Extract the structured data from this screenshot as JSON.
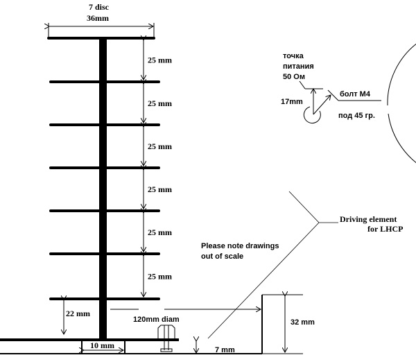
{
  "title": {
    "line1": "7 disc",
    "line2": "36mm"
  },
  "spacing_labels": [
    "25 mm",
    "25 mm",
    "25 mm",
    "25 mm",
    "25 mm",
    "25 mm"
  ],
  "bottom_gap_label": "22 mm",
  "detail": {
    "feed_point": [
      "точка",
      "питания",
      "50 Ом"
    ],
    "height_label": "17mm",
    "bolt_label": "болт M4",
    "angle_label": "под 45 гр."
  },
  "driving_element": {
    "line1": "Driving element",
    "line2": "for LHCP"
  },
  "note": {
    "line1": "Please note drawings",
    "line2": "out of scale"
  },
  "reflector_label": "120mm diam",
  "rim_height_label": "32 mm",
  "base_gap_label": "7 mm",
  "mast_width_label": "10 mm"
}
